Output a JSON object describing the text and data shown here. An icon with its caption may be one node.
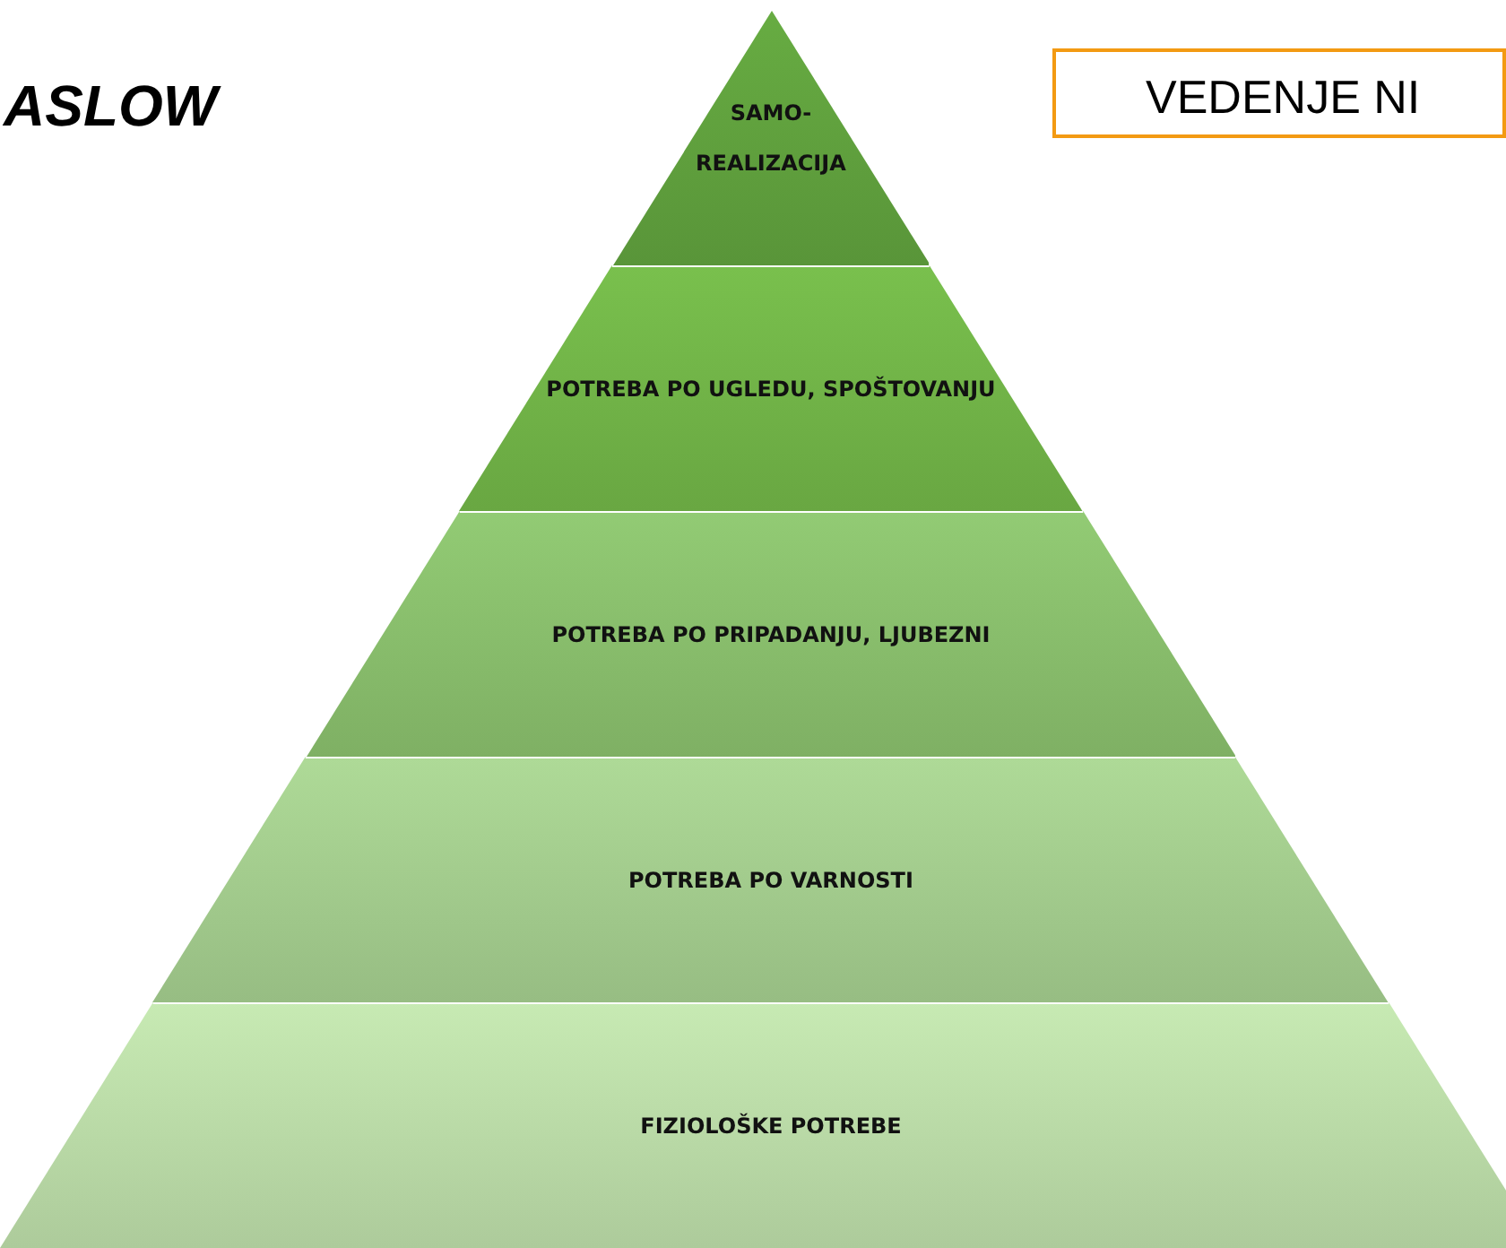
{
  "diagram": {
    "title": "ASLOW",
    "nodes": [
      {
        "text": [
          "SAMO- REALIZACIJA"
        ]
      },
      {
        "text": [
          "POTREBA PO UGLEDU, SPOŠTOVANJU"
        ]
      },
      {
        "text": [
          "POTREBA PO PRIPADANJU, LJUBEZNI"
        ]
      },
      {
        "text": [
          "POTREBA PO VARNOSTI"
        ]
      },
      {
        "text": [
          "FIZIOLOŠKE POTREBE"
        ]
      },
      {
        "text": [
          "VEDENJE NI"
        ]
      }
    ],
    "edges": []
  }
}
